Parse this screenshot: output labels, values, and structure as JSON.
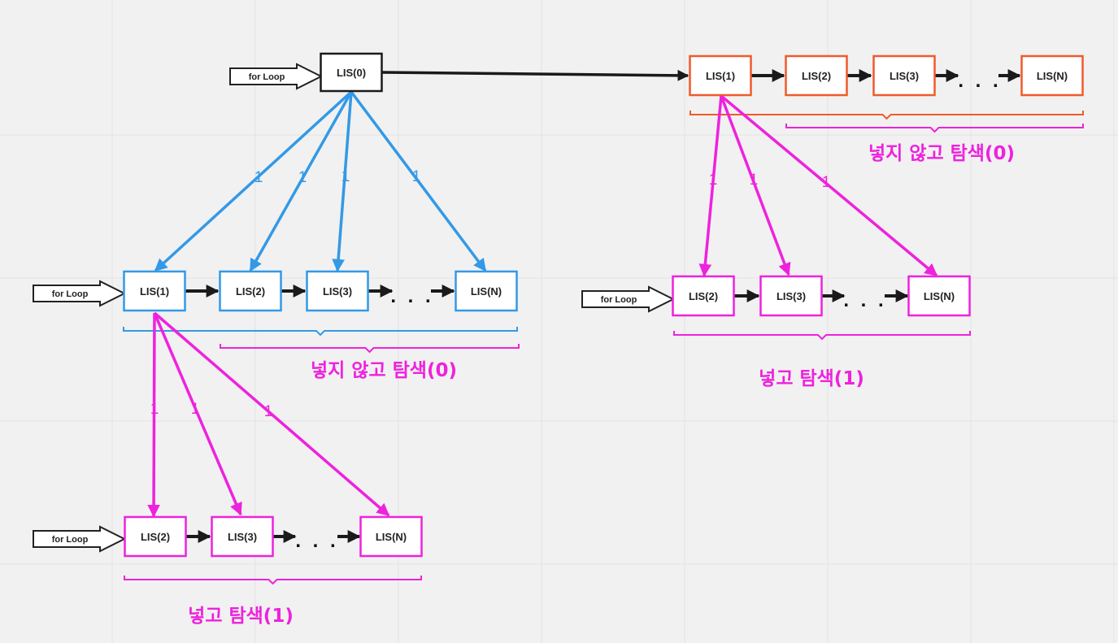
{
  "colors": {
    "background": "#f1f1f1",
    "grid": "#e2e2e2",
    "black": "#1a1a1a",
    "blue": "#3399e6",
    "orange": "#f05a2a",
    "magenta": "#ee22dd"
  },
  "diagram": {
    "loop_label": "for Loop",
    "dots_label": ". . .",
    "edge_weight": "1",
    "root": {
      "label": "LIS(0)"
    },
    "level1": [
      "LIS(1)",
      "LIS(2)",
      "LIS(3)",
      "LIS(N)"
    ],
    "level2": [
      "LIS(2)",
      "LIS(3)",
      "LIS(N)"
    ],
    "right_top": [
      "LIS(1)",
      "LIS(2)",
      "LIS(3)",
      "LIS(N)"
    ],
    "right_mid": [
      "LIS(2)",
      "LIS(3)",
      "LIS(N)"
    ],
    "captions": {
      "skip_left": "넣지 않고 탐색(0)",
      "take_left": "넣고 탐색(1)",
      "skip_right": "넣지 않고 탐색(0)",
      "take_right": "넣고 탐색(1)"
    }
  }
}
